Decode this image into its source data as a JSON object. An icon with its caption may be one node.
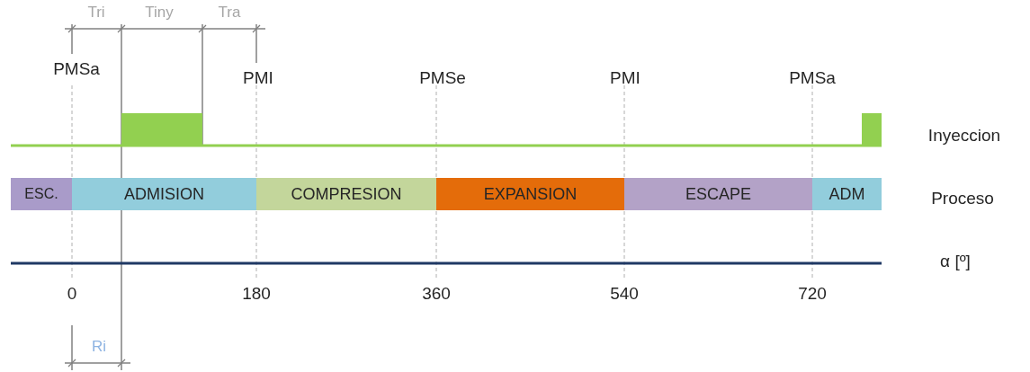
{
  "diagram": {
    "nodes": [
      {
        "text": [
          "ESC."
        ]
      },
      {
        "text": [
          "ADMISION"
        ]
      },
      {
        "text": [
          "COMPRESION"
        ]
      },
      {
        "text": [
          "EXPANSION"
        ]
      },
      {
        "text": [
          "ESCAPE"
        ]
      },
      {
        "text": [
          "ADM"
        ]
      }
    ],
    "labels": [
      "Tri",
      "Tiny",
      "Tra",
      "PMSa",
      "PMI",
      "PMSe",
      "PMI",
      "PMSa",
      "Inyeccion",
      "Proceso",
      "α [º]",
      "0",
      "180",
      "360",
      "540",
      "720",
      "Ri"
    ]
  }
}
